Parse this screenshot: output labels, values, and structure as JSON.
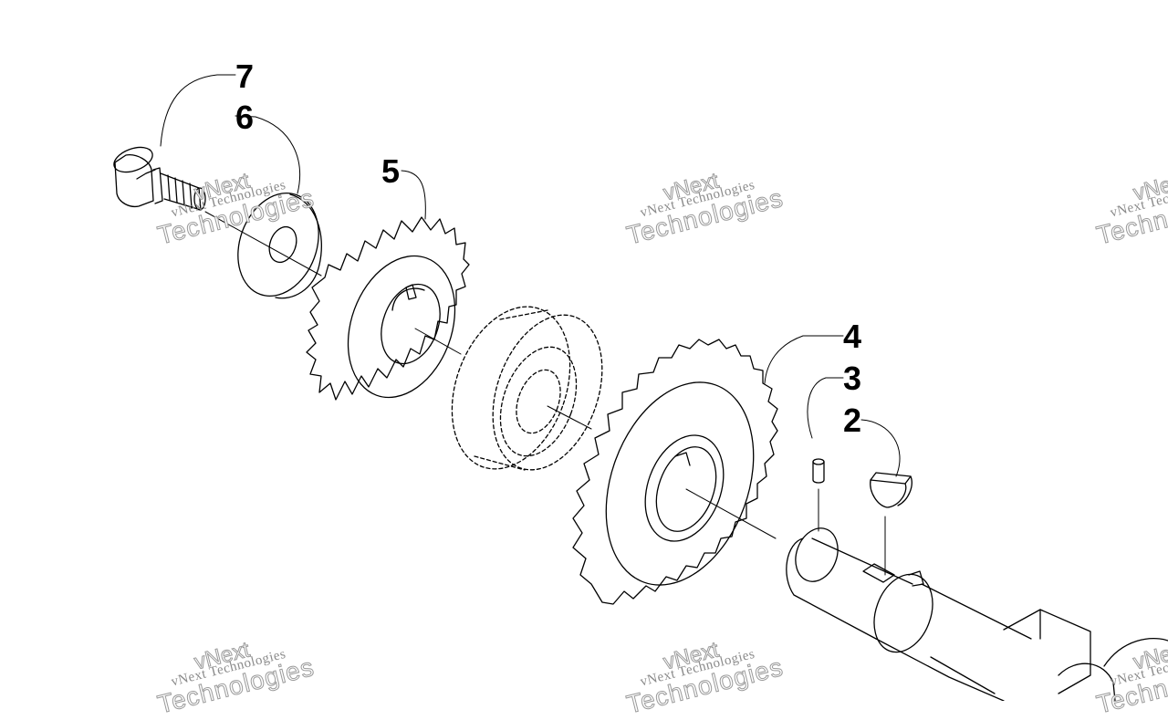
{
  "callouts": {
    "c7": "7",
    "c6": "6",
    "c5": "5",
    "c4": "4",
    "c3": "3",
    "c2": "2"
  },
  "watermark": {
    "brand": "vNext",
    "line1": "vNext Technologies",
    "line2": "Technologies"
  },
  "colors": {
    "line": "#000000",
    "watermark": "#9a9a9a",
    "background": "#ffffff"
  }
}
